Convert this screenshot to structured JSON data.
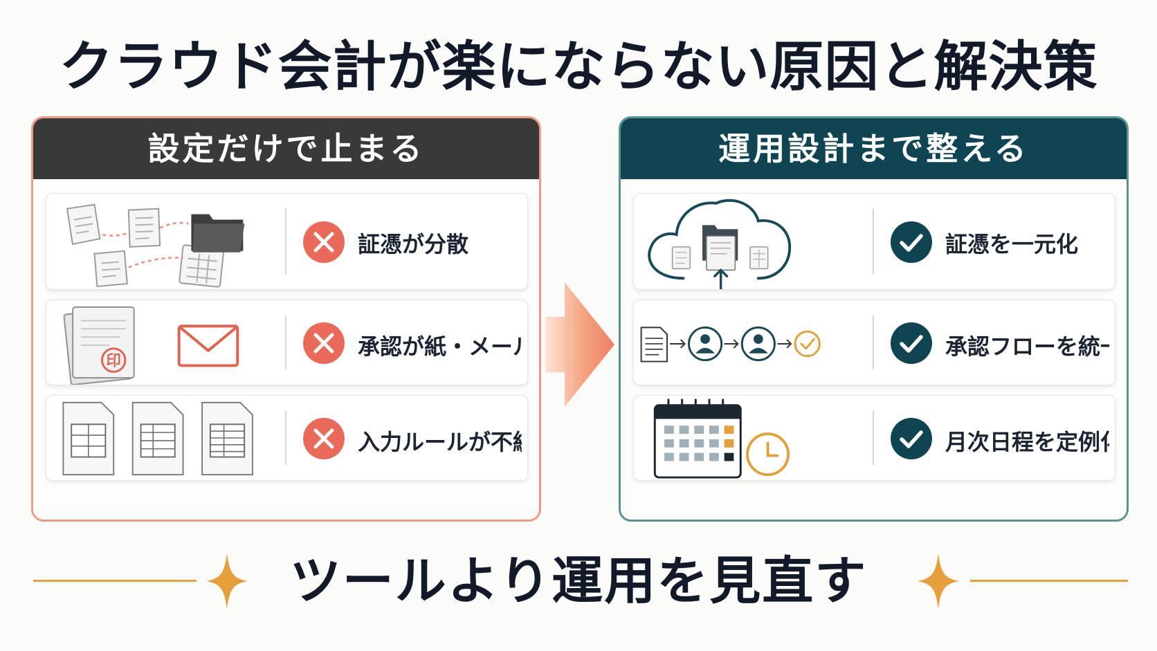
{
  "title": "クラウド会計が楽にならない原因と解決策",
  "left_panel": {
    "heading": "設定だけで止まる",
    "items": [
      {
        "label": "証憑が分散"
      },
      {
        "label": "承認が紙・メール"
      },
      {
        "label": "入力ルールが不統一"
      }
    ]
  },
  "right_panel": {
    "heading": "運用設計まで整える",
    "items": [
      {
        "label": "証憑を一元化"
      },
      {
        "label": "承認フローを統一"
      },
      {
        "label": "月次日程を定例化"
      }
    ]
  },
  "illustration_text": {
    "stamp": "印"
  },
  "tagline": "ツールより運用を見直す",
  "colors": {
    "left_header": "#393939",
    "right_header": "#0f4553",
    "left_border": "#ee9a86",
    "right_border": "#5a9290",
    "cross": "#ea6a5a",
    "check": "#0f4553",
    "accent": "#e5a03c"
  }
}
